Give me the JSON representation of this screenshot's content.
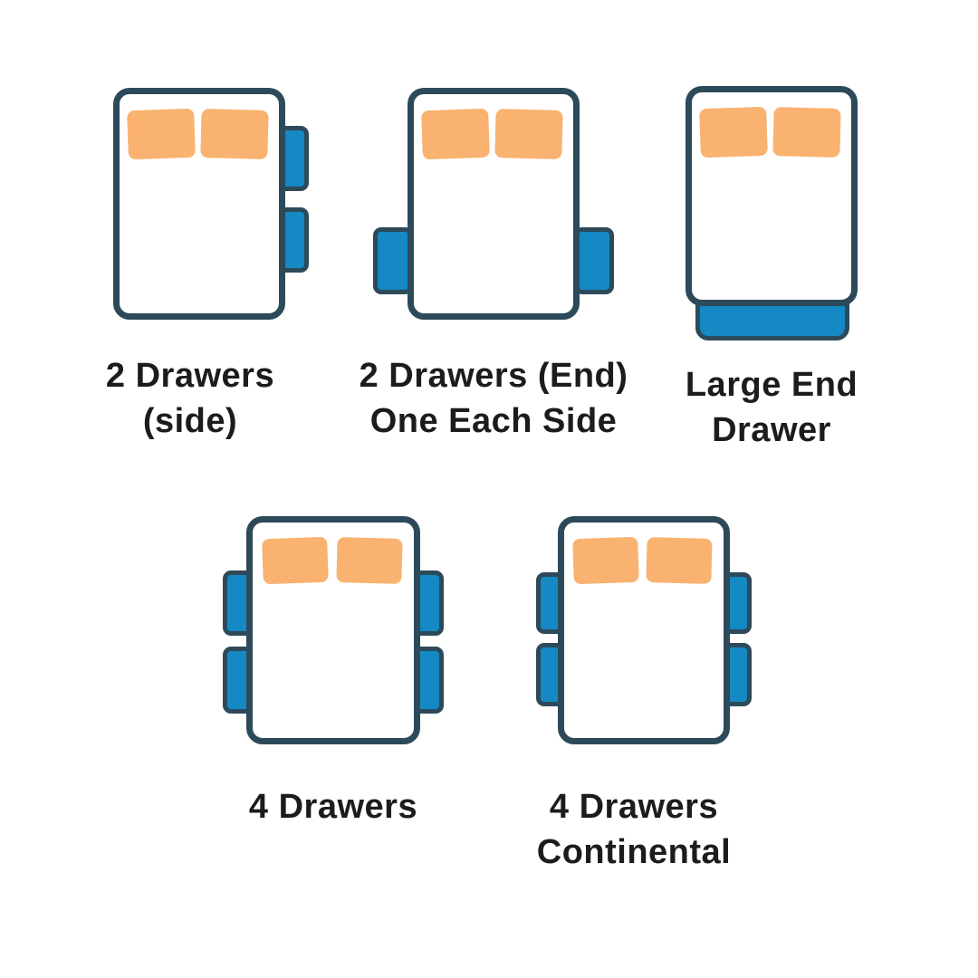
{
  "colors": {
    "outline": "#2d4a5a",
    "pillow": "#f9b270",
    "drawer": "#1589c4",
    "text": "#1c1c1c",
    "background": "#ffffff"
  },
  "figures": [
    {
      "id": "2-drawers-side",
      "label_line1": "2 Drawers",
      "label_line2": "(side)",
      "pillow_count": 2,
      "drawers": {
        "count": 2,
        "placement": "right side, stacked"
      }
    },
    {
      "id": "2-drawers-end-one-each-side",
      "label_line1": "2 Drawers (End)",
      "label_line2": "One Each Side",
      "pillow_count": 2,
      "drawers": {
        "count": 2,
        "placement": "one each side near foot end"
      }
    },
    {
      "id": "large-end-drawer",
      "label_line1": "Large End",
      "label_line2": "Drawer",
      "pillow_count": 2,
      "drawers": {
        "count": 1,
        "placement": "large drawer across foot end"
      }
    },
    {
      "id": "4-drawers",
      "label_line1": "4 Drawers",
      "label_line2": "",
      "pillow_count": 2,
      "drawers": {
        "count": 4,
        "placement": "two each side"
      }
    },
    {
      "id": "4-drawers-continental",
      "label_line1": "4 Drawers",
      "label_line2": "Continental",
      "pillow_count": 2,
      "drawers": {
        "count": 4,
        "placement": "two each side"
      }
    }
  ]
}
